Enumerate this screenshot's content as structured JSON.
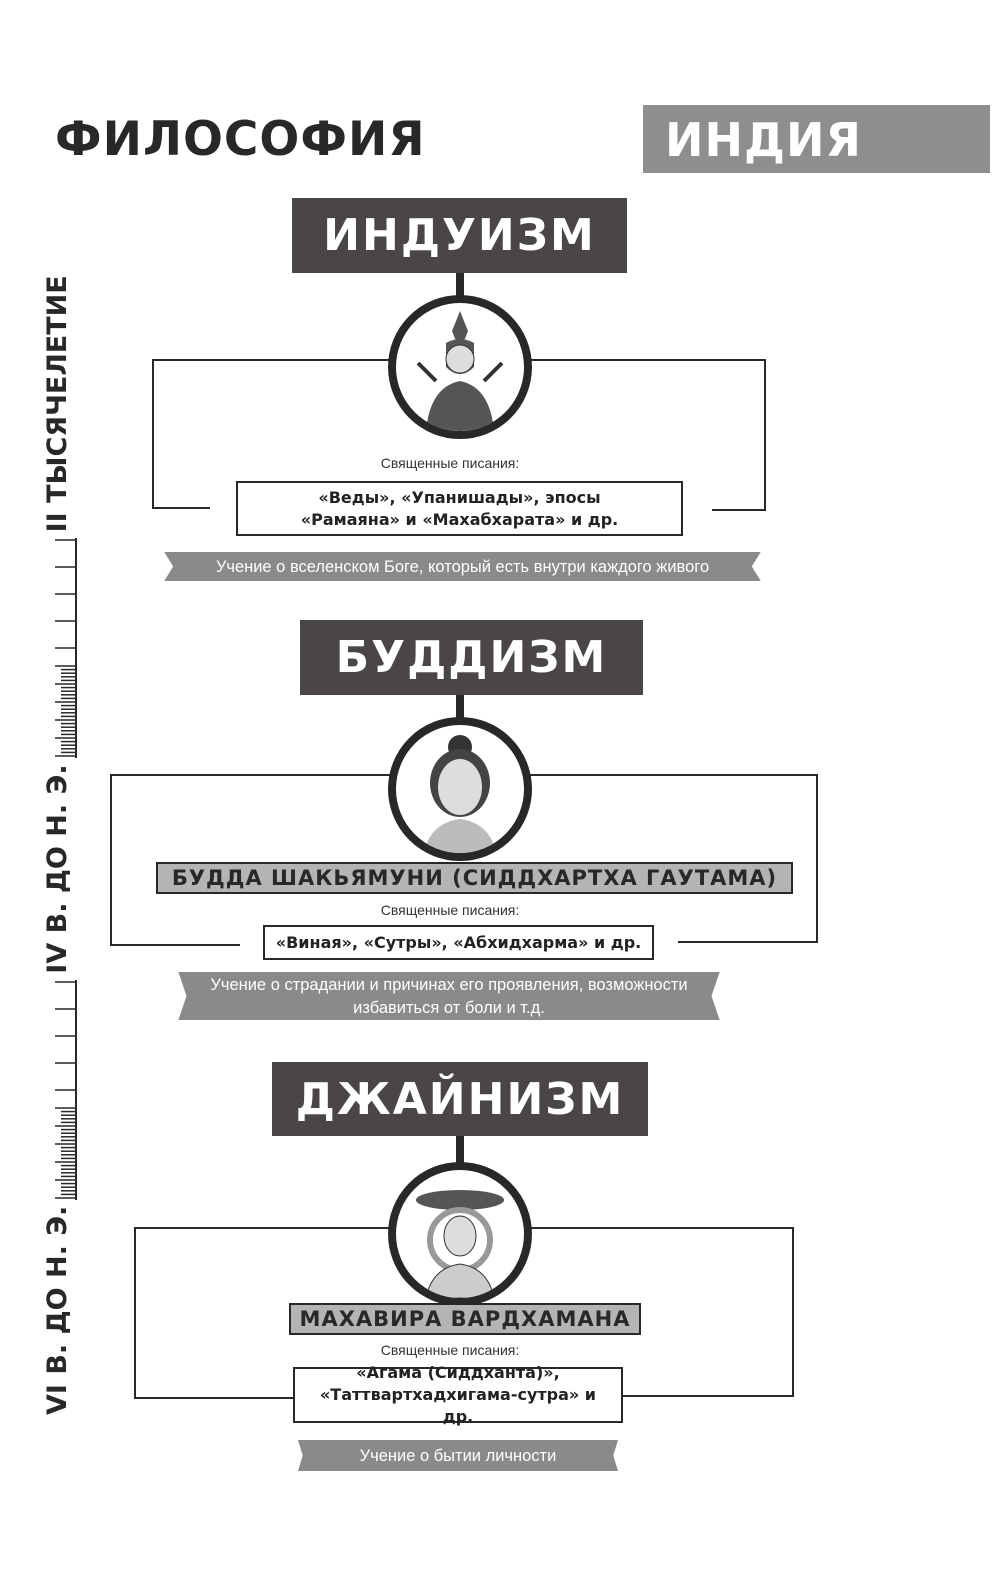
{
  "header": {
    "title": "ФИЛОСОФИЯ",
    "country": "ИНДИЯ"
  },
  "timeline": {
    "start": "VI В. ДО Н. Э.",
    "middle": "IV В. ДО Н. Э.",
    "end": "II ТЫСЯЧЕЛЕТИЕ"
  },
  "sections": [
    {
      "title": "ИНДУИЗМ",
      "scripture_label": "Священные писания:",
      "scripture": "«Веды», «Упанишады», эпосы «Рамаяна» и «Махабхарата» и др.",
      "teaching": "Учение о вселенском Боге, который есть внутри каждого живого"
    },
    {
      "title": "БУДДИЗМ",
      "founder": "БУДДА ШАКЬЯМУНИ (СИДДХАРТХА ГАУТАМА)",
      "scripture_label": "Священные писания:",
      "scripture": "«Виная», «Сутры», «Абхидхарма» и др.",
      "teaching": "Учение о страдании и причинах его проявления, возможности избавиться от боли и т.д."
    },
    {
      "title": "ДЖАЙНИЗМ",
      "founder": "МАХАВИРА ВАРДХАМАНА",
      "scripture_label": "Священные писания:",
      "scripture": "«Агама (Сиддханта)», «Таттвартхадхигама-сутра» и др.",
      "teaching": "Учение о бытии личности"
    }
  ]
}
